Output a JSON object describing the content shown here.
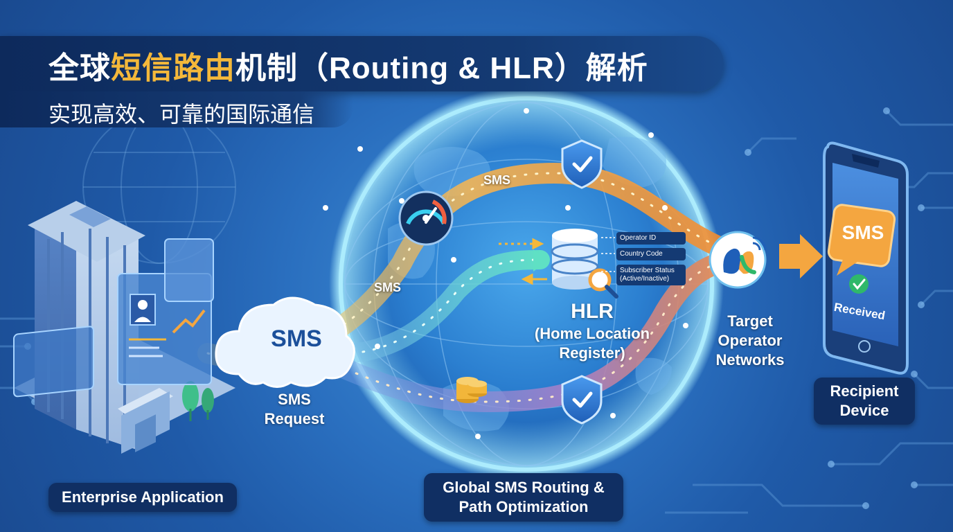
{
  "header": {
    "title_pre": "全球",
    "title_highlight": "短信路由",
    "title_post": "机制（Routing & HLR）解析",
    "subtitle": "实现高效、可靠的国际通信"
  },
  "nodes": {
    "enterprise": "Enterprise Application",
    "sms_request_cloud": "SMS",
    "sms_request_line1": "SMS",
    "sms_request_line2": "Request",
    "routing_line1": "Global SMS Routing &",
    "routing_line2": "Path Optimization",
    "hlr_title": "HLR",
    "hlr_line1": "(Home Location",
    "hlr_line2": "Register)",
    "target_line1": "Target",
    "target_line2": "Operator",
    "target_line3": "Networks",
    "recipient_line1": "Recipient",
    "recipient_line2": "Device"
  },
  "hlr_fields": [
    "Operator ID",
    "Country Code",
    "Subscriber Status",
    "(Active/Inactive)"
  ],
  "path_labels": [
    "SMS",
    "SMS"
  ],
  "phone": {
    "bubble": "SMS",
    "status": "Received"
  },
  "colors": {
    "background": "#2a6fbf",
    "banner": "#0d2a5c",
    "accent": "#f4b83a",
    "path_orange": "#f0a040",
    "path_teal": "#5fd6c8",
    "path_purple": "#9a7fc8",
    "shield": "#2a7ad8",
    "check": "#2fb86a"
  },
  "icons": [
    "building-icon",
    "cloud-icon",
    "globe-icon",
    "speedometer-icon",
    "shield-check-icon",
    "database-icon",
    "magnifier-icon",
    "coins-icon",
    "operator-logo-icon",
    "smartphone-icon",
    "chat-bubble-icon",
    "checkmark-icon",
    "arrow-right-icon"
  ]
}
